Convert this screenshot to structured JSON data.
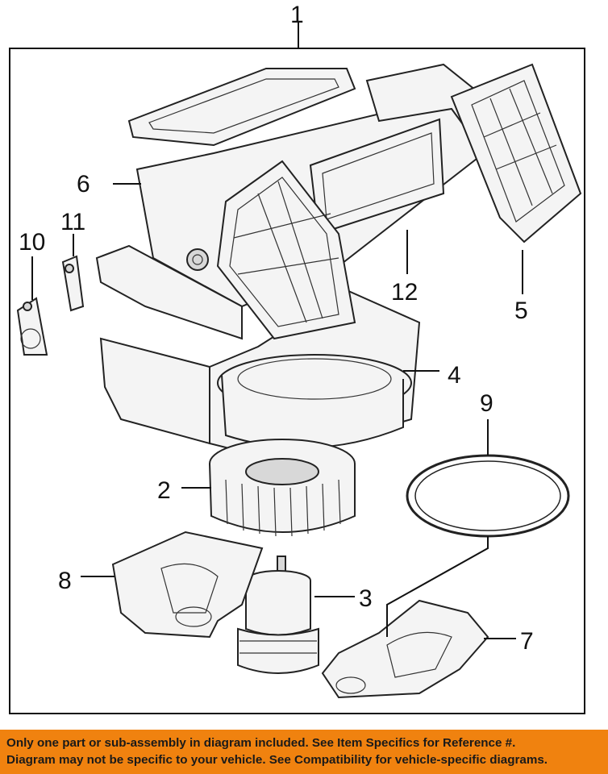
{
  "callouts": {
    "c1": "1",
    "c2": "2",
    "c3": "3",
    "c4": "4",
    "c5": "5",
    "c6": "6",
    "c7": "7",
    "c8": "8",
    "c9": "9",
    "c10": "10",
    "c11": "11",
    "c12": "12"
  },
  "footer": {
    "line1": "Only one part or sub-assembly in diagram included. See Item Specifics for Reference #.",
    "line2": "Diagram may not be specific to your vehicle. See Compatibility for vehicle-specific diagrams."
  },
  "colors": {
    "banner": "#f0820f",
    "ink": "#111111"
  }
}
